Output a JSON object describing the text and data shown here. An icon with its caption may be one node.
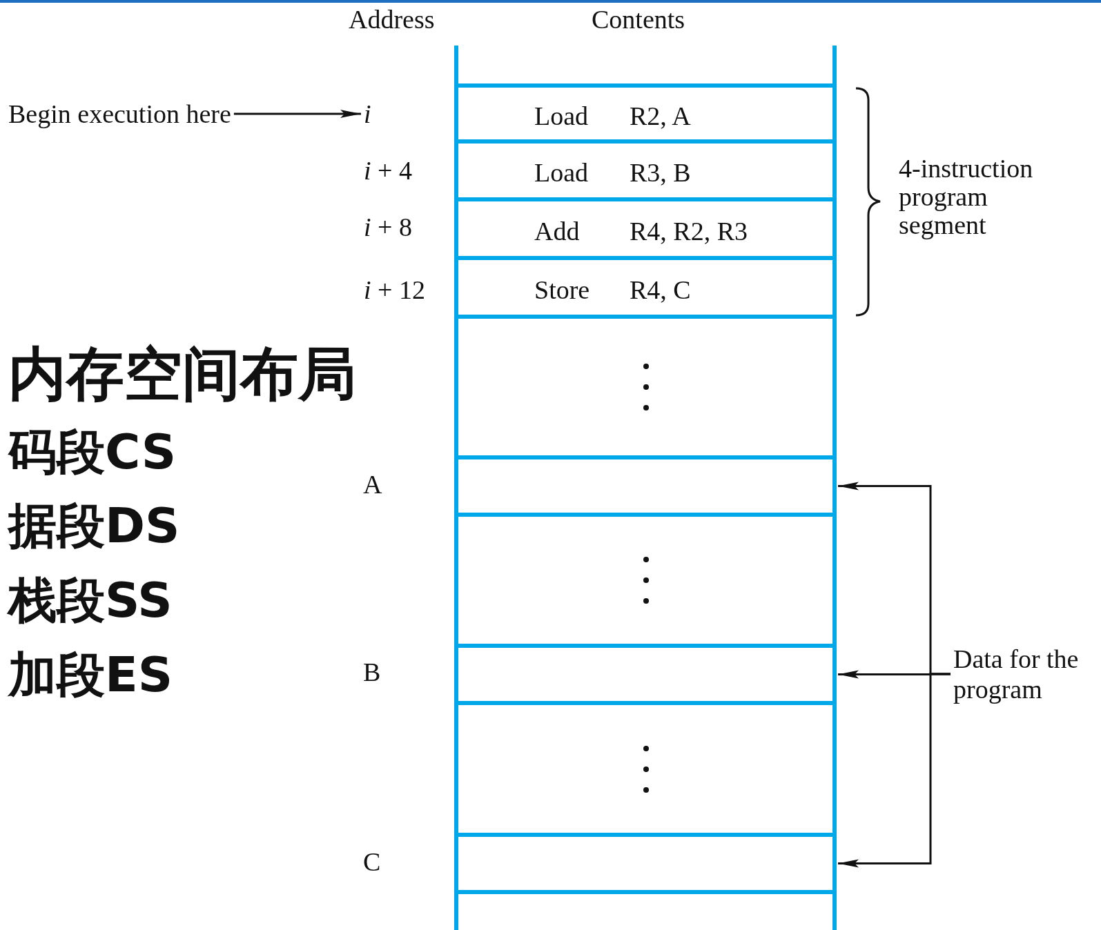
{
  "diagram": {
    "nodes": [
      {
        "text": [
          "Begin execution here"
        ]
      },
      {
        "text": [
          "i"
        ]
      },
      {
        "text": [],
        "shape": "box"
      },
      {
        "text": [
          "Load",
          "R2, A"
        ]
      },
      {
        "text": [
          "Load",
          "R3, B"
        ]
      },
      {
        "text": [
          "Add",
          "R4, R2, R3"
        ]
      },
      {
        "text": [
          "Store",
          "R4, C"
        ]
      },
      {
        "text": [],
        "shape": "box"
      },
      {
        "text": [],
        "shape": "box"
      },
      {
        "text": [],
        "shape": "box"
      },
      {
        "text": [],
        "shape": "box"
      },
      {
        "text": [],
        "shape": "box"
      },
      {
        "text": [],
        "shape": "box"
      },
      {
        "text": [],
        "shape": "box"
      },
      {
        "text": [
          "Data for the program"
        ]
      }
    ],
    "edges": [
      {
        "from": 0,
        "to": 1,
        "arrow": "to"
      },
      {
        "from": 14,
        "to": 8,
        "arrow": "to"
      },
      {
        "from": 14,
        "to": 10,
        "arrow": "to"
      },
      {
        "from": 14,
        "to": 12,
        "arrow": "to"
      }
    ],
    "labels": [
      "Address",
      "Contents",
      "*i* + 4",
      "4-instruction program segment",
      "*i* + 8",
      "*i* + 12",
      "内存空间布局",
      "码段CS",
      "A",
      "据段DS",
      "栈段SS",
      "B",
      "加段ES",
      "C"
    ]
  }
}
